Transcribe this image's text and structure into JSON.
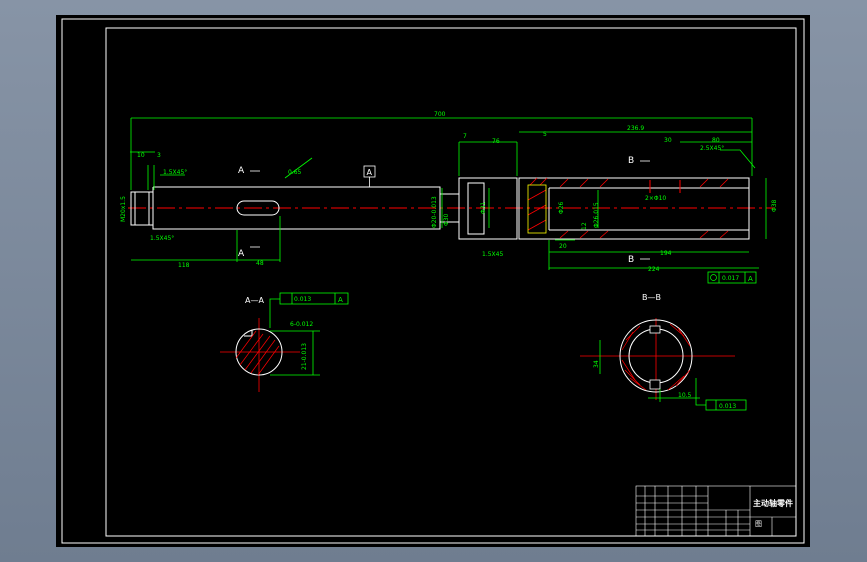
{
  "colors": {
    "canvas": "#000000",
    "outline": "#ffffff",
    "dimension": "#00ff00",
    "centerline": "#ff0000",
    "hatch": "#ff0000",
    "highlight": "#ffff00",
    "frame_bg": "#7d8b9d"
  },
  "dims": {
    "overall": "700",
    "d10": "10",
    "d3": "3",
    "chamfer_left": "1.5X45°",
    "chamfer_left2": "1.5X45°",
    "thread": "M20x1.5",
    "d118": "118",
    "d48": "48",
    "flat": "0.65",
    "datum": "A",
    "d7": "7",
    "d76": "76",
    "d5": "5",
    "d2369": "236.9",
    "d30": "30",
    "d80": "80",
    "chamfer_right": "2.5X45°",
    "keyway": "2×Φ10",
    "dia_mid": "Φ20-0.013",
    "dia_mid2": "Φ30",
    "dia_step": "Φ31",
    "chamfer_mid": "1.5X45",
    "dia_bore": "Φ26",
    "dia_bore2": "Φ26.015",
    "d12": "12",
    "d20": "20",
    "d194": "194",
    "d224": "224",
    "dia_out": "Φ38",
    "runout": "0.017",
    "runout_datum": "A"
  },
  "sections": {
    "aa_title": "A—A",
    "bb_title": "B—B",
    "aa_tol": "0.013",
    "aa_tol_datum": "A",
    "aa_key": "6-0.012",
    "aa_dia": "21-0.013",
    "bb_dim": "34",
    "bb_dim2": "10.5",
    "bb_tol": "0.013"
  },
  "section_labels": {
    "a_top": "A",
    "a_bottom": "A",
    "b_top": "B",
    "b_bottom": "B"
  },
  "title_block": {
    "part_name": "主动轴零件",
    "sheet_label": "图"
  }
}
